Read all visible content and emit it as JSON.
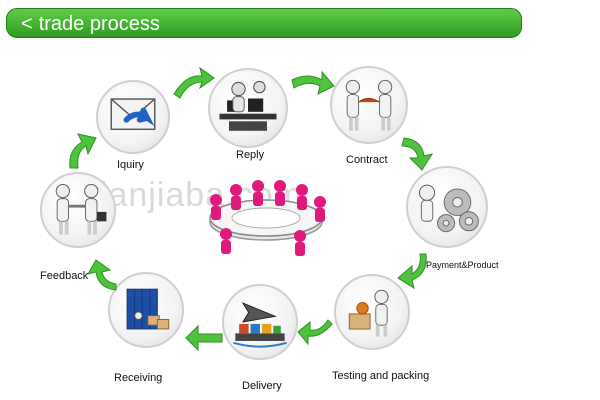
{
  "header": {
    "chevron": "<",
    "title": "trade process"
  },
  "watermark": "glanjiaba.com",
  "steps": [
    {
      "label": "Iquiry",
      "icon": "envelope-icon"
    },
    {
      "label": "Reply",
      "icon": "call-center-icon"
    },
    {
      "label": "Contract",
      "icon": "handover-icon"
    },
    {
      "label": "Payment&Product",
      "icon": "gears-icon"
    },
    {
      "label": "Testing and packing",
      "icon": "packing-icon"
    },
    {
      "label": "Delivery",
      "icon": "airplane-ship-icon"
    },
    {
      "label": "Receiving",
      "icon": "container-icon"
    },
    {
      "label": "Feedback",
      "icon": "handshake-icon"
    }
  ],
  "colors": {
    "header": "#3aa92a",
    "arrow": "#4ec43c",
    "meeting": "#e0197d"
  }
}
